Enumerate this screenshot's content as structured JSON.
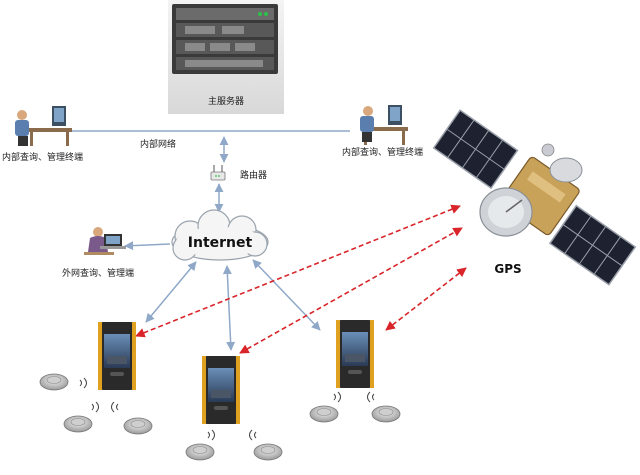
{
  "labels": {
    "main_server": "主服务器",
    "intranet": "内部网络",
    "terminal_left": "内部查询、管理终端",
    "terminal_right": "内部查询、管理终端",
    "router": "路由器",
    "internet": "Internet",
    "external": "外网查询、管理端",
    "gps": "GPS"
  },
  "colors": {
    "network_line": "#8fa8c8",
    "gps_link": "#d9252a",
    "device_body": "#2a2a2a",
    "device_trim": "#e0a020"
  }
}
